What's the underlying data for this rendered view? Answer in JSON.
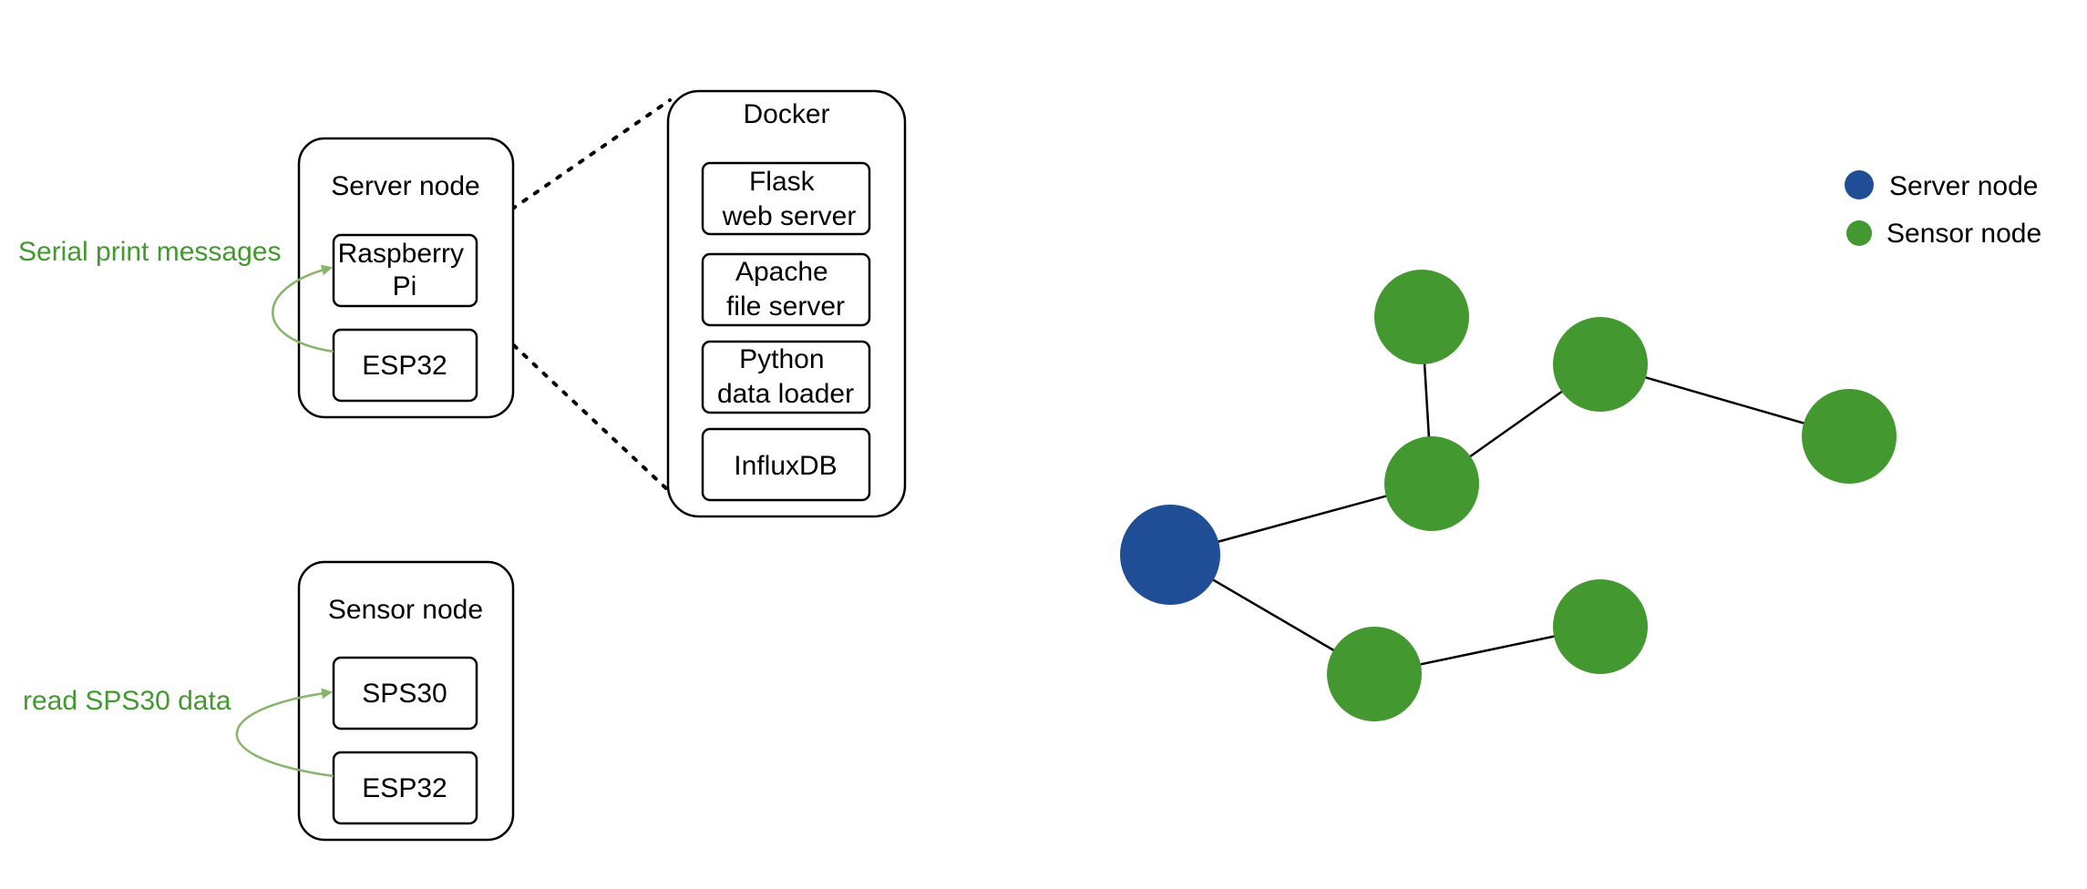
{
  "colors": {
    "server_node": "#1f4e96",
    "sensor_node": "#43982f",
    "annotation_text": "#43982f",
    "annotation_arrow": "#86b46a"
  },
  "server_node_box": {
    "title": "Server node",
    "items": [
      {
        "lines": [
          "Raspberry",
          "Pi"
        ]
      },
      {
        "lines": [
          "ESP32"
        ]
      }
    ],
    "annotation": "Serial print messages"
  },
  "sensor_node_box": {
    "title": "Sensor node",
    "items": [
      {
        "lines": [
          "SPS30"
        ]
      },
      {
        "lines": [
          "ESP32"
        ]
      }
    ],
    "annotation": "read SPS30 data"
  },
  "docker_box": {
    "title": "Docker",
    "items": [
      {
        "lines": [
          "Flask",
          "web server"
        ]
      },
      {
        "lines": [
          "Apache",
          "file server"
        ]
      },
      {
        "lines": [
          "Python",
          "data loader"
        ]
      },
      {
        "lines": [
          "InfluxDB"
        ]
      }
    ]
  },
  "legend": [
    {
      "label": "Server node",
      "kind": "server"
    },
    {
      "label": "Sensor node",
      "kind": "sensor"
    }
  ],
  "network": {
    "nodes": [
      {
        "id": "server",
        "kind": "server"
      },
      {
        "id": "hub",
        "kind": "sensor"
      },
      {
        "id": "top",
        "kind": "sensor"
      },
      {
        "id": "upper-right",
        "kind": "sensor"
      },
      {
        "id": "far-right",
        "kind": "sensor"
      },
      {
        "id": "lower-left",
        "kind": "sensor"
      },
      {
        "id": "lower-right",
        "kind": "sensor"
      }
    ],
    "edges": [
      [
        "server",
        "hub"
      ],
      [
        "server",
        "lower-left"
      ],
      [
        "hub",
        "top"
      ],
      [
        "hub",
        "upper-right"
      ],
      [
        "upper-right",
        "far-right"
      ],
      [
        "lower-left",
        "lower-right"
      ]
    ]
  }
}
